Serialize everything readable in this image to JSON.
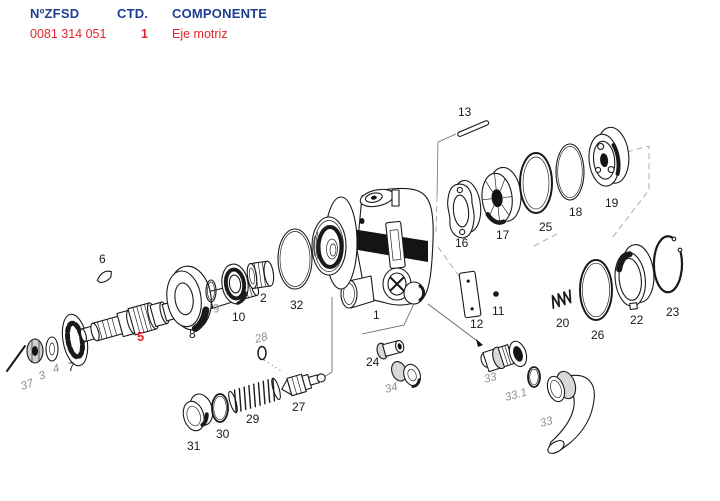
{
  "header": {
    "columns": [
      {
        "label": "NºZFSD"
      },
      {
        "label": "CTD."
      },
      {
        "label": "COMPONENTE"
      }
    ],
    "row": {
      "part_number": "0081 314 051",
      "qty": "1",
      "component": "Eje motriz"
    },
    "header_color": "#1c3f94",
    "row_color": "#e8232b"
  },
  "diagram": {
    "type": "exploded-parts-diagram",
    "highlighted_part": "5",
    "highlight_color": "#e8232b",
    "line_color": "#1a1a1a",
    "muted_label_color": "#8f8f8f",
    "labels": {
      "p1": "1",
      "p2": "2",
      "p3": "3",
      "p4": "4",
      "p5": "5",
      "p6": "6",
      "p7": "7",
      "p8": "8",
      "p9": "9",
      "p10": "10",
      "p11": "11",
      "p12": "12",
      "p13": "13",
      "p16": "16",
      "p17": "17",
      "p18": "18",
      "p19": "19",
      "p20": "20",
      "p22": "22",
      "p23": "23",
      "p24": "24",
      "p25": "25",
      "p26": "26",
      "p27": "27",
      "p28": "28",
      "p29": "29",
      "p30": "30",
      "p31": "31",
      "p32": "32",
      "p33a": "33",
      "p33_1": "33.1",
      "p33b": "33",
      "p34": "34",
      "p37": "37"
    }
  }
}
